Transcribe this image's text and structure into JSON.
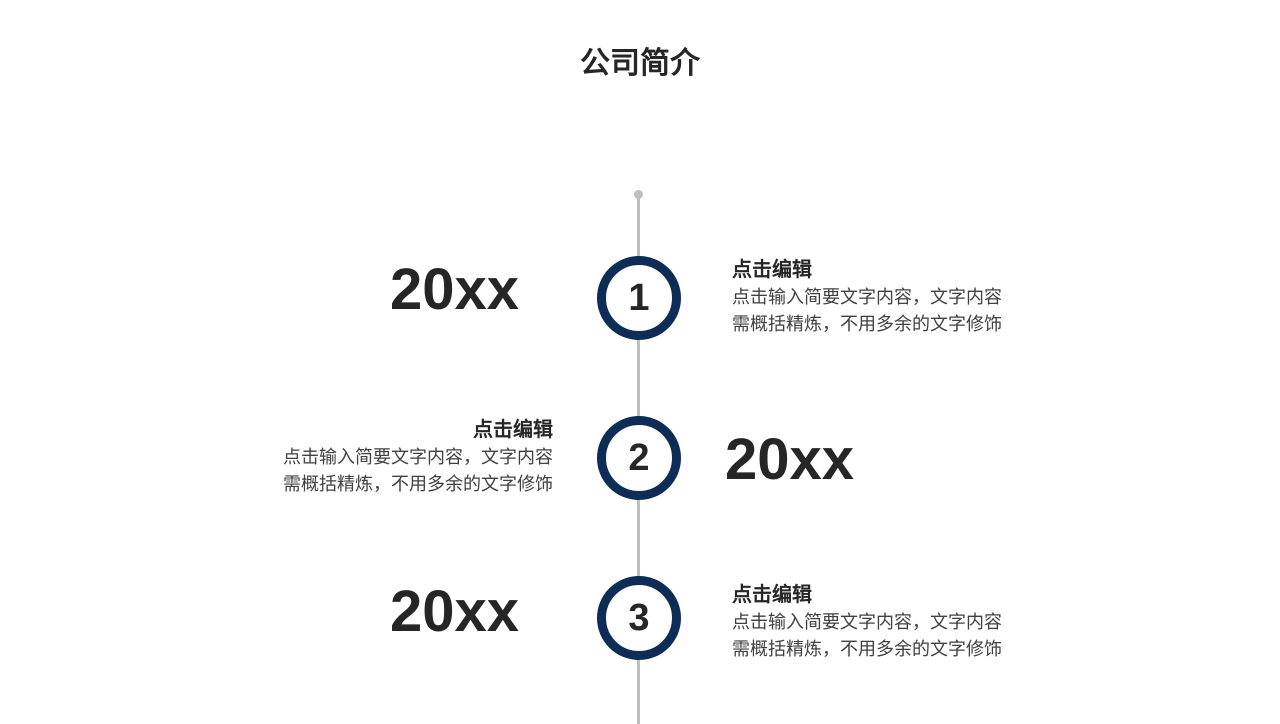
{
  "title": "公司简介",
  "items": [
    {
      "number": "1",
      "year": "20xx",
      "heading": "点击编辑",
      "line1": "点击输入简要文字内容，文字内容",
      "line2": "需概括精炼，不用多余的文字修饰"
    },
    {
      "number": "2",
      "year": "20xx",
      "heading": "点击编辑",
      "line1": "点击输入简要文字内容，文字内容",
      "line2": "需概括精炼，不用多余的文字修饰"
    },
    {
      "number": "3",
      "year": "20xx",
      "heading": "点击编辑",
      "line1": "点击输入简要文字内容，文字内容",
      "line2": "需概括精炼，不用多余的文字修饰"
    }
  ],
  "colors": {
    "accent": "#0d2d56",
    "line": "#bfbfbf",
    "text": "#262626"
  }
}
